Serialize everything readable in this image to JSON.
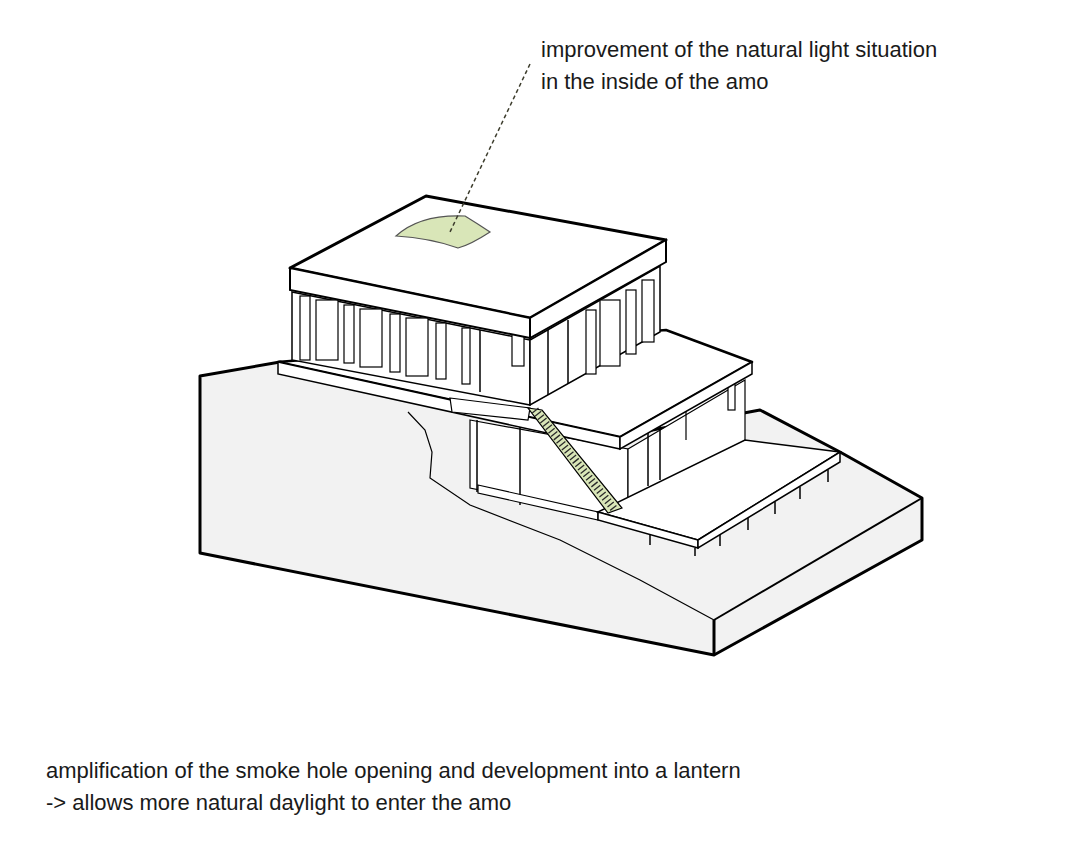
{
  "diagram": {
    "labels": [
      "improvement of the natural light situation in the inside of the amo",
      "amplification of the smoke hole opening and development into a lantern",
      "-> allows more natural daylight to enter the amo"
    ]
  }
}
